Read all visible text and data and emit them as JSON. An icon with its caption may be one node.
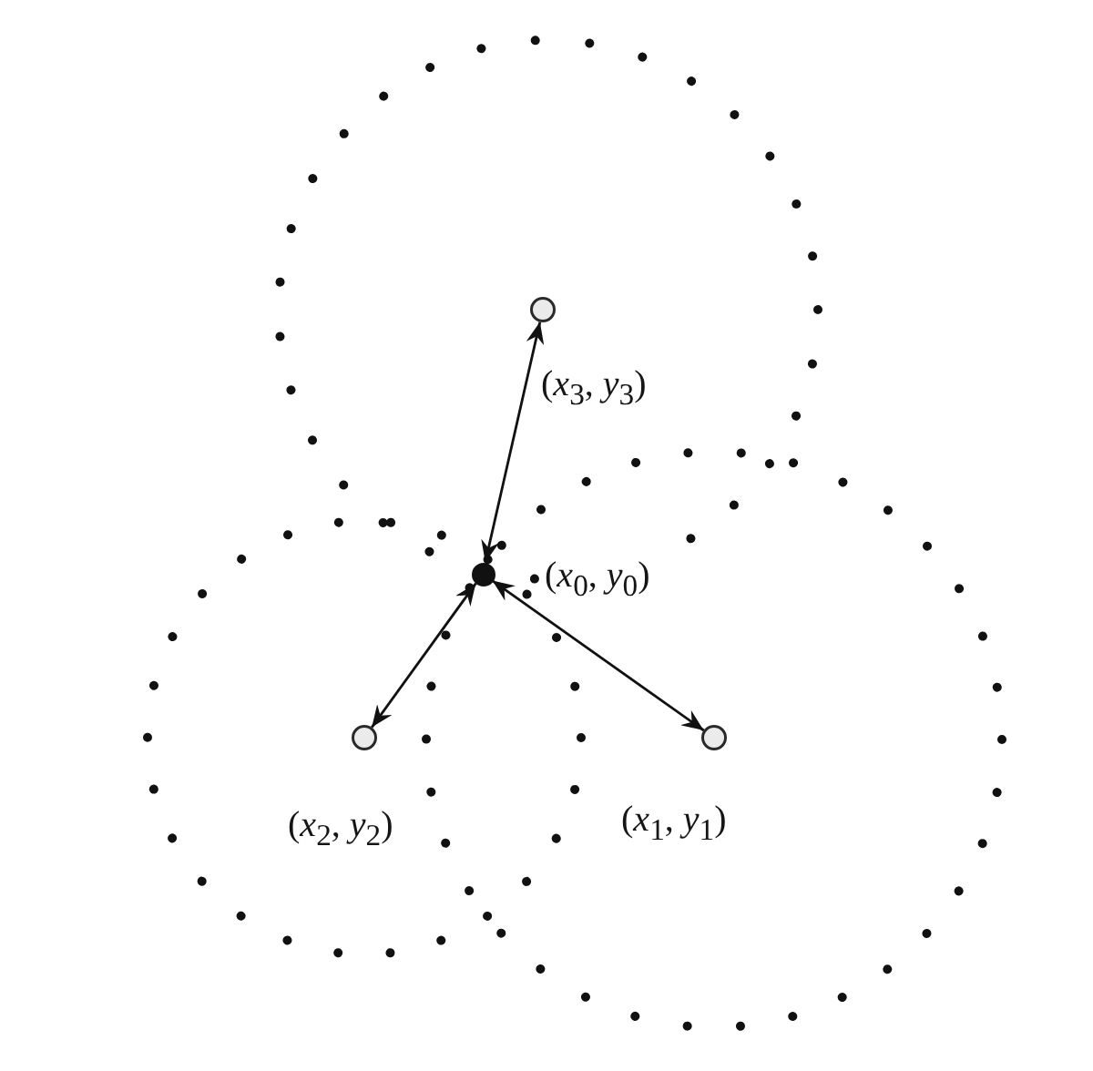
{
  "diagram": {
    "nodes": [
      {
        "text": [],
        "shape": "circle",
        "beside": [
          "(*x*$_{3}$, *y*$_{3}$)"
        ]
      },
      {
        "text": [],
        "shape": "circle",
        "beside": [
          "(*x*$_{0}$, *y*$_{0}$)"
        ]
      },
      {
        "text": [],
        "shape": "circle",
        "beside": [
          "(*x*$_{2}$, *y*$_{2}$)"
        ]
      },
      {
        "text": [],
        "shape": "circle",
        "beside": [
          "(*x*$_{1}$, *y*$_{1}$)"
        ]
      }
    ],
    "edges": [
      {
        "from": 1,
        "to": 0,
        "arrow": "both"
      },
      {
        "from": 1,
        "to": 2,
        "arrow": "both"
      },
      {
        "from": 1,
        "to": 3,
        "arrow": "both"
      }
    ]
  }
}
